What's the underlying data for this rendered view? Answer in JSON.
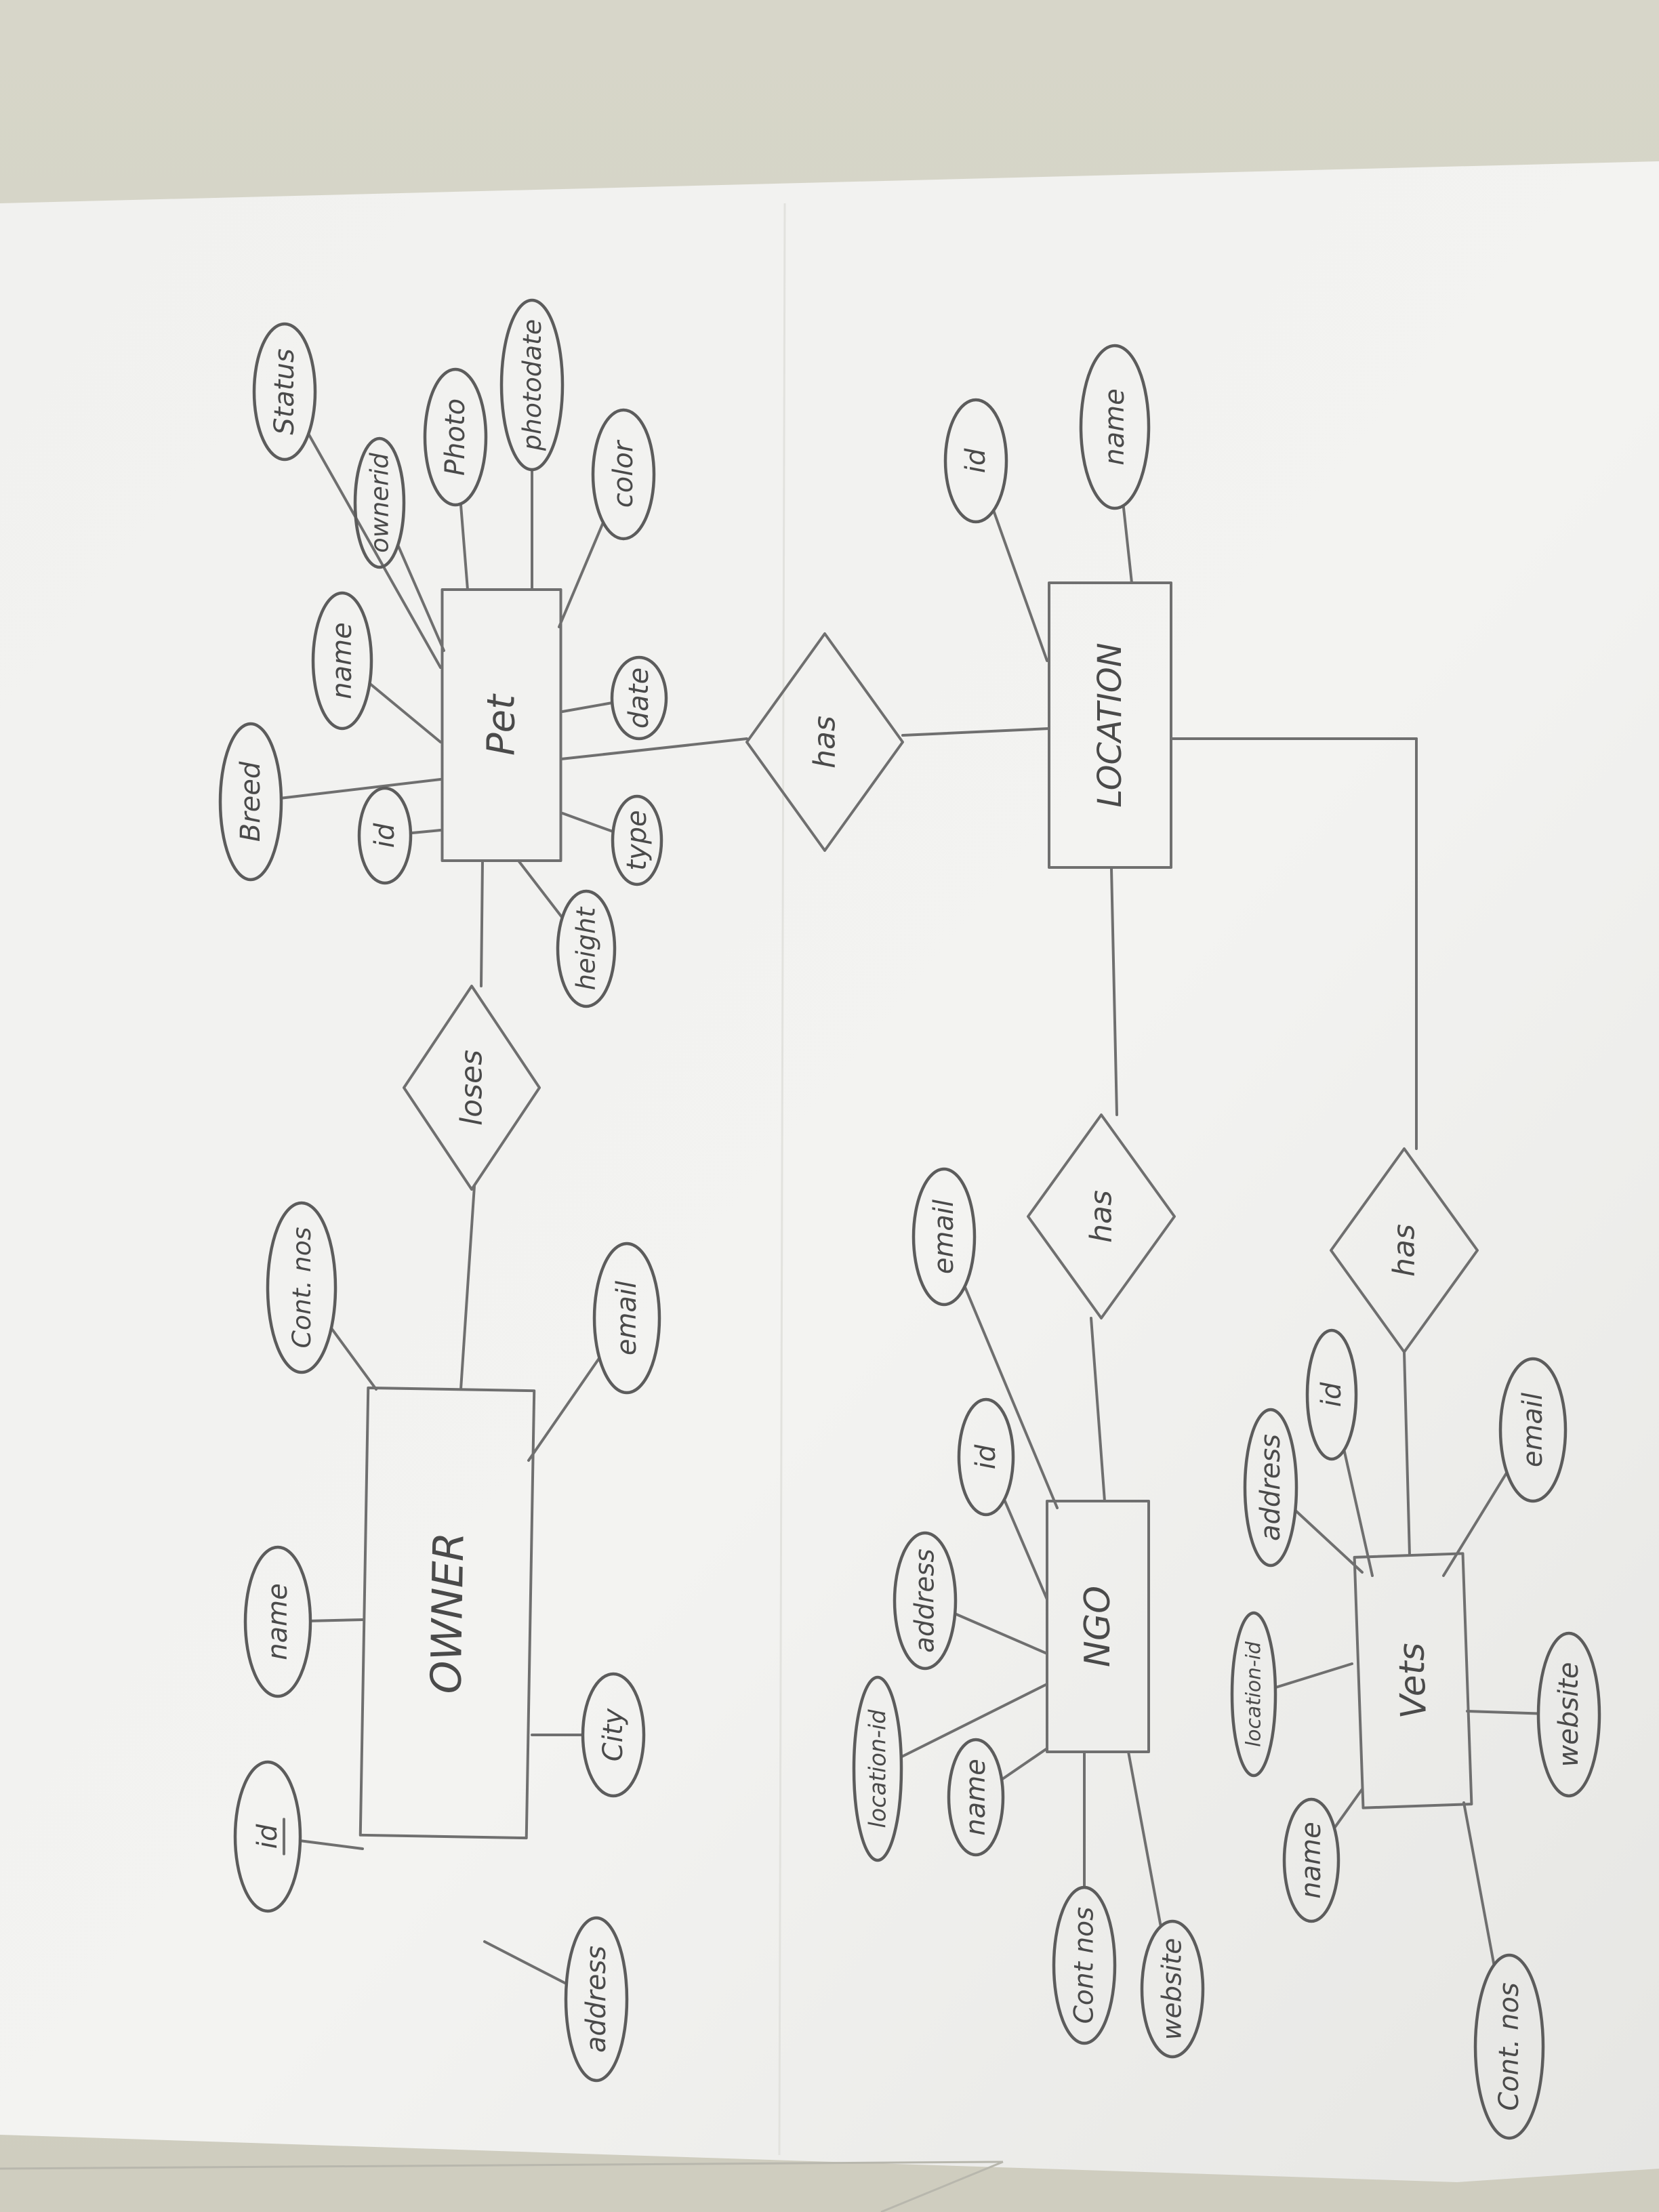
{
  "diagram": {
    "entities": [
      {
        "id": "owner",
        "label": "OWNER"
      },
      {
        "id": "pet",
        "label": "Pet"
      },
      {
        "id": "location",
        "label": "LOCATION"
      },
      {
        "id": "ngo",
        "label": "NGO"
      },
      {
        "id": "vets",
        "label": "Vets"
      }
    ],
    "relationships": [
      {
        "id": "loses",
        "label": "loses",
        "connects": [
          "owner",
          "pet"
        ]
      },
      {
        "id": "has_pet_location",
        "label": "has",
        "connects": [
          "pet",
          "location"
        ]
      },
      {
        "id": "has_ngo_location",
        "label": "has",
        "connects": [
          "ngo",
          "location"
        ]
      },
      {
        "id": "has_vets_location",
        "label": "has",
        "connects": [
          "vets",
          "location"
        ]
      }
    ],
    "attributes": [
      {
        "id": "owner-id",
        "entity": "owner",
        "label": "id",
        "key": true
      },
      {
        "id": "owner-name",
        "entity": "owner",
        "label": "name"
      },
      {
        "id": "owner-contnos",
        "entity": "owner",
        "label": "Cont. nos"
      },
      {
        "id": "owner-email",
        "entity": "owner",
        "label": "email"
      },
      {
        "id": "owner-city",
        "entity": "owner",
        "label": "City"
      },
      {
        "id": "owner-address",
        "entity": "owner",
        "label": "address"
      },
      {
        "id": "pet-breed",
        "entity": "pet",
        "label": "Breed"
      },
      {
        "id": "pet-name",
        "entity": "pet",
        "label": "name"
      },
      {
        "id": "pet-id",
        "entity": "pet",
        "label": "id"
      },
      {
        "id": "pet-status",
        "entity": "pet",
        "label": "Status"
      },
      {
        "id": "pet-ownerid",
        "entity": "pet",
        "label": "ownerid"
      },
      {
        "id": "pet-photo",
        "entity": "pet",
        "label": "Photo"
      },
      {
        "id": "pet-photodate",
        "entity": "pet",
        "label": "photodate"
      },
      {
        "id": "pet-color",
        "entity": "pet",
        "label": "color"
      },
      {
        "id": "pet-date",
        "entity": "pet",
        "label": "date"
      },
      {
        "id": "pet-type",
        "entity": "pet",
        "label": "type"
      },
      {
        "id": "pet-height",
        "entity": "pet",
        "label": "height"
      },
      {
        "id": "location-id",
        "entity": "location",
        "label": "id"
      },
      {
        "id": "location-name",
        "entity": "location",
        "label": "name"
      },
      {
        "id": "ngo-email",
        "entity": "ngo",
        "label": "email"
      },
      {
        "id": "ngo-id",
        "entity": "ngo",
        "label": "id"
      },
      {
        "id": "ngo-address",
        "entity": "ngo",
        "label": "address"
      },
      {
        "id": "ngo-locationid",
        "entity": "ngo",
        "label": "location-id"
      },
      {
        "id": "ngo-name",
        "entity": "ngo",
        "label": "name"
      },
      {
        "id": "ngo-contnos",
        "entity": "ngo",
        "label": "Cont nos"
      },
      {
        "id": "ngo-website",
        "entity": "ngo",
        "label": "website"
      },
      {
        "id": "vets-address",
        "entity": "vets",
        "label": "address"
      },
      {
        "id": "vets-id",
        "entity": "vets",
        "label": "id"
      },
      {
        "id": "vets-email",
        "entity": "vets",
        "label": "email"
      },
      {
        "id": "vets-locationid",
        "entity": "vets",
        "label": "location-id"
      },
      {
        "id": "vets-name",
        "entity": "vets",
        "label": "name"
      },
      {
        "id": "vets-website",
        "entity": "vets",
        "label": "website"
      },
      {
        "id": "vets-contnos",
        "entity": "vets",
        "label": "Cont. nos"
      }
    ]
  }
}
